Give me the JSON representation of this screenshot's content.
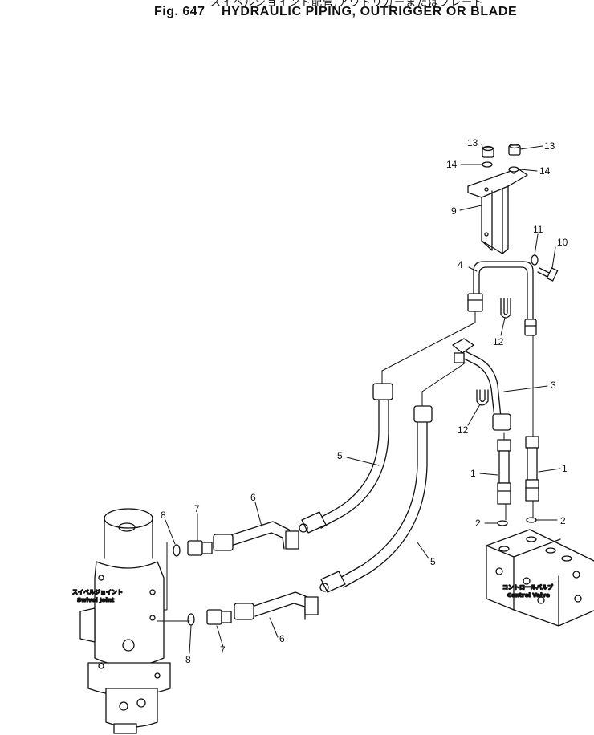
{
  "figure": {
    "japanese_title": "スイベルジョイント配管,アウトリガーまたはブレード",
    "number": "Fig. 647",
    "title": "HYDRAULIC PIPING, OUTRIGGER OR BLADE"
  },
  "callouts": {
    "c13a": "13",
    "c13b": "13",
    "c14a": "14",
    "c14b": "14",
    "c9": "9",
    "c11": "11",
    "c10": "10",
    "c4": "4",
    "c12a": "12",
    "c12b": "12",
    "c3": "3",
    "c5a": "5",
    "c5b": "5",
    "c6a": "6",
    "c6b": "6",
    "c7a": "7",
    "c7b": "7",
    "c8a": "8",
    "c8b": "8",
    "c1a": "1",
    "c1b": "1",
    "c2a": "2",
    "c2b": "2"
  },
  "component_labels": {
    "swivel_joint_jp": "スイベルジョイント",
    "swivel_joint_en": "Swivel Joint",
    "control_valve_jp": "コントロールバルブ",
    "control_valve_en": "Control Valve"
  }
}
